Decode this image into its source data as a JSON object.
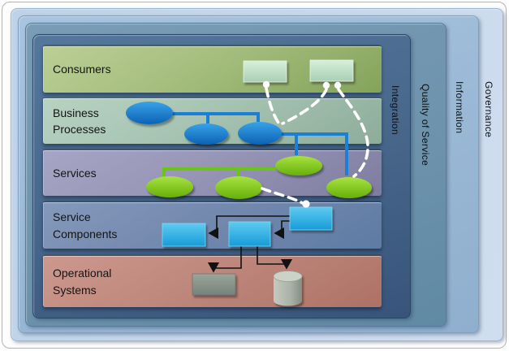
{
  "diagram": {
    "kind": "SOA layered architecture diagram",
    "layers": [
      {
        "id": "consumers",
        "label": "Consumers"
      },
      {
        "id": "business-processes",
        "label": "Business Processes"
      },
      {
        "id": "services",
        "label": "Services"
      },
      {
        "id": "service-components",
        "label": "Service Components"
      },
      {
        "id": "operational-systems",
        "label": "Operational Systems"
      }
    ],
    "side_panels": [
      {
        "id": "integration",
        "label": "Integration"
      },
      {
        "id": "quality-of-service",
        "label": "Quality of Service"
      },
      {
        "id": "information",
        "label": "Information"
      },
      {
        "id": "governance",
        "label": "Governance"
      }
    ],
    "nodes": {
      "consumers": [
        "consumer-box-1",
        "consumer-box-2"
      ],
      "business_processes": [
        "process-ellipse-1",
        "process-ellipse-2",
        "process-ellipse-3"
      ],
      "services": [
        "service-ellipse-1",
        "service-ellipse-2",
        "service-ellipse-3",
        "service-ellipse-4"
      ],
      "service_components": [
        "component-box-1",
        "component-box-2",
        "component-box-3"
      ],
      "operational_systems": [
        "application-box",
        "database-cylinder"
      ]
    },
    "links": {
      "dashed_white": [
        "consumer-box-1 -> process-ellipse-3",
        "consumer-box-2 -> process-ellipse-3",
        "consumer-box-2 -> service-ellipse-4",
        "service-ellipse-2 -> component-box-1"
      ],
      "blue_tree": [
        "process-ellipse-1 -> process-ellipse-2",
        "process-ellipse-1 -> process-ellipse-3",
        "process-ellipse-3 -> service-ellipse-3",
        "process-ellipse-3 -> service-ellipse-4"
      ],
      "green_tree": [
        "service-ellipse-3 -> service-ellipse-1",
        "service-ellipse-3 -> service-ellipse-2"
      ],
      "black_arrows": [
        "component-box-1 -> component-box-3",
        "component-box-1 -> component-box-2",
        "component-box-2 -> application-box",
        "component-box-2 -> database-cylinder"
      ]
    },
    "colors": {
      "governance_panel": "#c6d8eb",
      "information_panel": "#98b7d4",
      "qos_panel": "#6e93ad",
      "integration_panel": "#466589",
      "consumers_layer": "#a5be7e",
      "business_layer": "#a7c4b2",
      "services_layer": "#9896b7",
      "components_layer": "#7489ae",
      "operational_layer": "#bf887d",
      "process_ellipse": "#1b7fd6",
      "service_ellipse": "#7cc41c",
      "component_box": "#29ade0",
      "consumer_box": "#c3e2c8",
      "link_dashed": "#ffffff",
      "arrow": "#111111"
    }
  }
}
